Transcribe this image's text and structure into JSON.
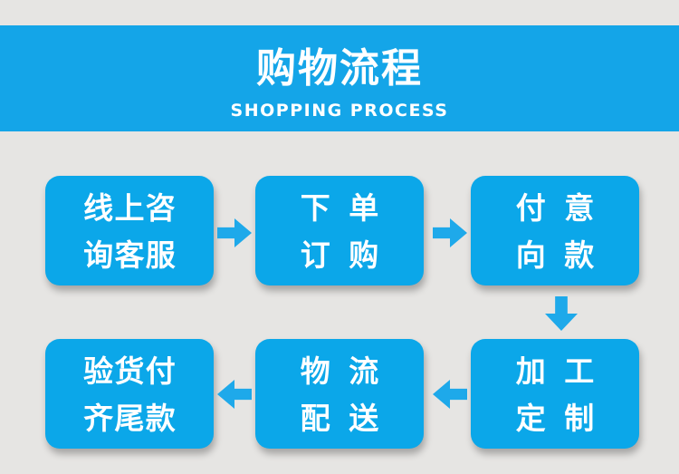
{
  "header": {
    "title": "购物流程",
    "subtitle": "SHOPPING PROCESS"
  },
  "flow": {
    "boxes": [
      {
        "label": "线上咨询客服",
        "lines": [
          "线上咨",
          "询客服"
        ]
      },
      {
        "label": "下单订购",
        "lines": [
          "下单",
          "订购"
        ]
      },
      {
        "label": "付意向款",
        "lines": [
          "付意",
          "向款"
        ]
      },
      {
        "label": "验货付齐尾款",
        "lines": [
          "验货付",
          "齐尾款"
        ]
      },
      {
        "label": "物流配送",
        "lines": [
          "物流",
          "配送"
        ]
      },
      {
        "label": "加工定制",
        "lines": [
          "加工",
          "定制"
        ]
      }
    ],
    "sequence": [
      "线上咨询客服",
      "下单订购",
      "付意向款",
      "加工定制",
      "物流配送",
      "验货付齐尾款"
    ],
    "arrow_directions": [
      "right",
      "right",
      "down",
      "left",
      "left"
    ]
  },
  "colors": {
    "header_blue": "#14a5e8",
    "box_blue": "#0ba7e9",
    "arrow_blue": "#1ea9ea",
    "background_gray": "#e6e5e3",
    "text_white": "#ffffff"
  }
}
